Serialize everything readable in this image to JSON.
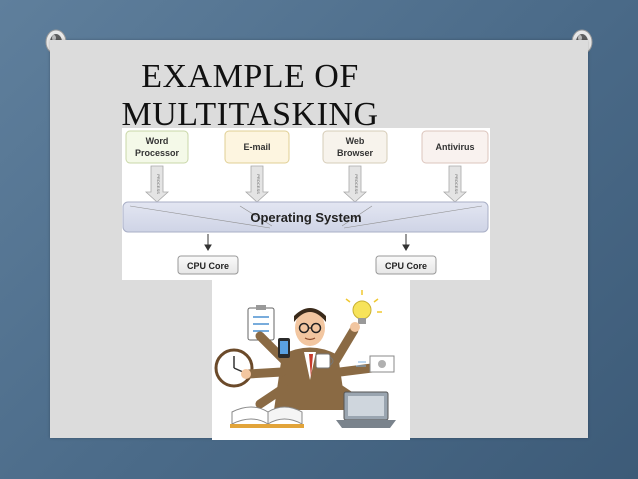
{
  "slide": {
    "title_line1": "EXAMPLE OF",
    "title_line2": "MULTITASKING"
  },
  "diagram": {
    "processes": [
      {
        "line1": "Word",
        "line2": "Processor",
        "color": "#f4f9e8"
      },
      {
        "line1": "E-mail",
        "line2": "",
        "color": "#fdf5e0"
      },
      {
        "line1": "Web",
        "line2": "Browser",
        "color": "#f7f3ec"
      },
      {
        "line1": "Antivirus",
        "line2": "",
        "color": "#f9f2ef"
      }
    ],
    "arrow_label": "PROCESS",
    "os_label": "Operating System",
    "cores": [
      "CPU Core",
      "CPU Core"
    ]
  },
  "colors": {
    "slide_bg": "#dcdcdc",
    "backdrop": "#4a6a88",
    "os_bar": "#d7dcec"
  },
  "illustration": {
    "icon": "multitasking-businessman-illustration"
  }
}
